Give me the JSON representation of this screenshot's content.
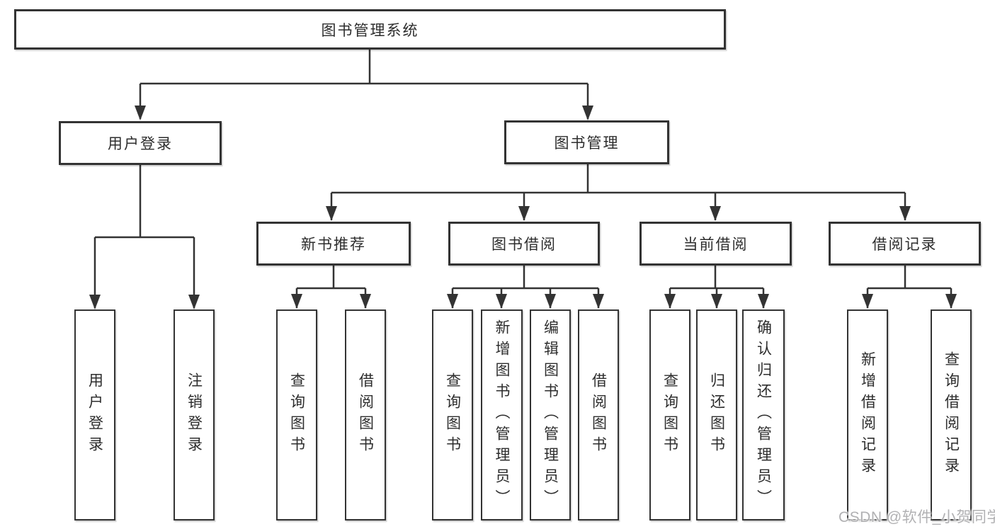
{
  "diagram": {
    "root": {
      "label": "图书管理系统"
    },
    "level1": {
      "user_login": {
        "label": "用户登录"
      },
      "book_mgmt": {
        "label": "图书管理"
      }
    },
    "level2": {
      "new_book_rec": {
        "label": "新书推荐"
      },
      "book_borrow": {
        "label": "图书借阅"
      },
      "current_borrow": {
        "label": "当前借阅"
      },
      "borrow_records": {
        "label": "借阅记录"
      }
    },
    "leaves": {
      "user_login": {
        "label": "用户登录"
      },
      "logout": {
        "label": "注销登录"
      },
      "query_book_rec": {
        "label": "查询图书"
      },
      "borrow_book_rec": {
        "label": "借阅图书"
      },
      "query_book_borrow": {
        "label": "查询图书"
      },
      "add_book_admin": {
        "label": "新增图书（管理员）"
      },
      "edit_book_admin": {
        "label": "编辑图书（管理员）"
      },
      "borrow_book": {
        "label": "借阅图书"
      },
      "query_book_current": {
        "label": "查询图书"
      },
      "return_book": {
        "label": "归还图书"
      },
      "confirm_return_admin": {
        "label": "确认归还（管理员）"
      },
      "add_borrow_record": {
        "label": "新增借阅记录"
      },
      "query_borrow_record": {
        "label": "查询借阅记录"
      }
    }
  },
  "watermark": {
    "text": "CSDN @软件_小贺同学"
  },
  "colors": {
    "line": "#333333",
    "box_border": "#333333",
    "text": "#2d2d2d",
    "background": "#ffffff",
    "watermark": "#b1b1b3"
  }
}
